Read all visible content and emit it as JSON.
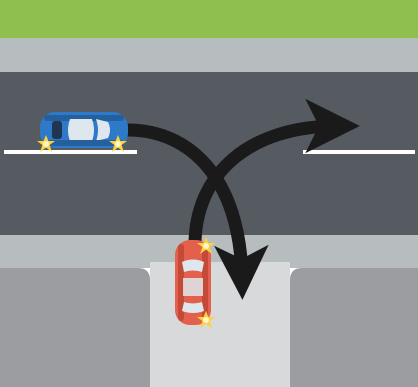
{
  "scene": {
    "kind": "t-intersection-turning-diagram",
    "colors": {
      "grass": "#8fbf4f",
      "footpath": "#b7bcbf",
      "road": "#565a61",
      "road_dark": "#4a4e55",
      "lane_marking": "#ffffff",
      "side_road": "#d8d9db",
      "verge": "#9b9da0",
      "arrow": "#1a1a1a",
      "blue_car": "#2f7ac8",
      "red_car": "#e2604c",
      "indicator": "#ffd23a"
    },
    "vehicles": [
      {
        "name": "blue-car",
        "color": "blue",
        "indicator": "right",
        "manoeuvre": "turn-right-into-side-road"
      },
      {
        "name": "red-car",
        "color": "red",
        "indicator": "right",
        "manoeuvre": "turn-right-out-of-side-road"
      }
    ],
    "paths": [
      {
        "name": "blue-car-path-arrow",
        "from": "blue-car",
        "to": "side-road"
      },
      {
        "name": "red-car-path-arrow",
        "from": "red-car",
        "to": "main-road-right"
      }
    ]
  }
}
